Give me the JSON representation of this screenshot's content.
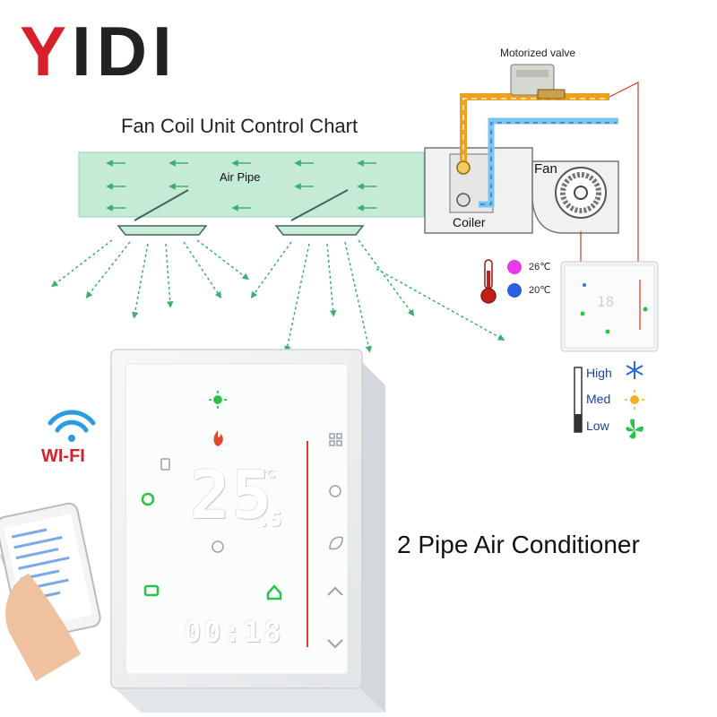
{
  "brand": {
    "first_letter": "Y",
    "rest": "IDI"
  },
  "diagram": {
    "title": "Fan Coil Unit Control Chart",
    "valve_label": "Motorized valve",
    "air_pipe_label": "Air Pipe",
    "fan_label": "Fan",
    "coiler_label": "Coiler",
    "temp_hot": "26℃",
    "temp_cold": "20℃",
    "speeds": [
      "High",
      "Med",
      "Low"
    ],
    "mini_display": "18"
  },
  "thermostat": {
    "temperature_main": "25",
    "temperature_decimal": ".5",
    "unit": "°C",
    "time": "00:18"
  },
  "wifi": {
    "label": "WI-FI"
  },
  "product": {
    "title": "2 Pipe Air Conditioner"
  },
  "colors": {
    "brand_red": "#d8202a",
    "hot_pipe": "#f0a020",
    "cold_pipe": "#4aa8e8",
    "duct_green": "#a8e0c4",
    "arrow_green": "#3cae6e",
    "led_white": "#ffffff",
    "led_green": "#29c24a"
  }
}
